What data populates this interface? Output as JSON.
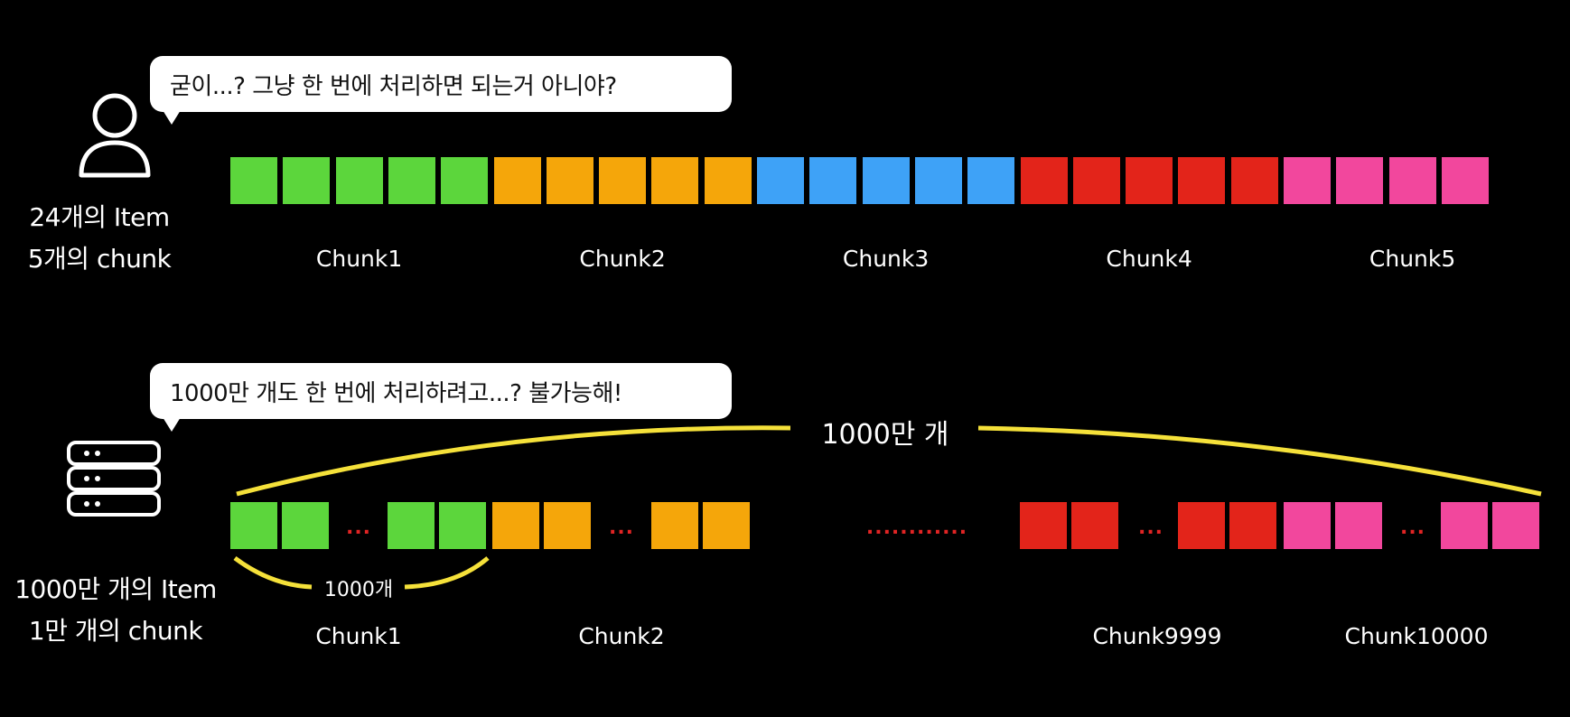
{
  "top": {
    "bubble": "굳이...? 그냥 한 번에 처리하면 되는거 아니야?",
    "side_label_line1": "24개의 Item",
    "side_label_line2": "5개의 chunk",
    "chunks": [
      {
        "label": "Chunk1",
        "color": "#5cd63c",
        "items": 5
      },
      {
        "label": "Chunk2",
        "color": "#f5a60a",
        "items": 5
      },
      {
        "label": "Chunk3",
        "color": "#3ea2f7",
        "items": 5
      },
      {
        "label": "Chunk4",
        "color": "#e3241a",
        "items": 5
      },
      {
        "label": "Chunk5",
        "color": "#f2479d",
        "items": 4
      }
    ]
  },
  "bottom": {
    "bubble": "1000만 개도 한 번에 처리하려고...? 불가능해!",
    "side_label_line1": "1000만 개의 Item",
    "side_label_line2": "1만 개의 chunk",
    "total_label": "1000만 개",
    "chunk_size_label": "1000개",
    "ellipsis_small": "...",
    "ellipsis_large": "............",
    "chunks": [
      {
        "label": "Chunk1",
        "color": "#5cd63c"
      },
      {
        "label": "Chunk2",
        "color": "#f5a60a"
      },
      {
        "label": "Chunk9999",
        "color": "#e3241a"
      },
      {
        "label": "Chunk10000",
        "color": "#f2479d"
      }
    ],
    "icon": "server-icon"
  },
  "colors": {
    "background": "#000000",
    "accent_line": "#f5e13a",
    "dots": "#e02424"
  }
}
